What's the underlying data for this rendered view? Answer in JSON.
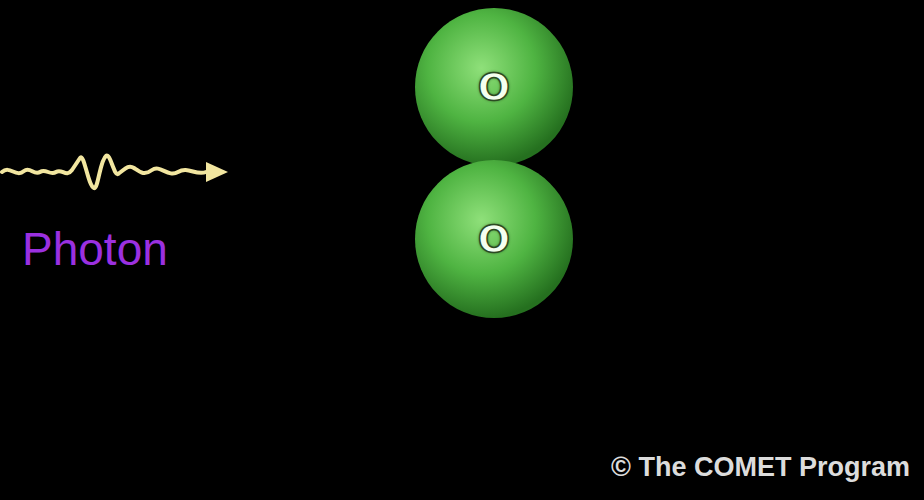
{
  "diagram": {
    "nodes": [
      {
        "text": [
          "O"
        ]
      },
      {
        "text": [
          "O"
        ]
      }
    ],
    "labels": [
      "Photon",
      "© The COMET Program"
    ]
  }
}
